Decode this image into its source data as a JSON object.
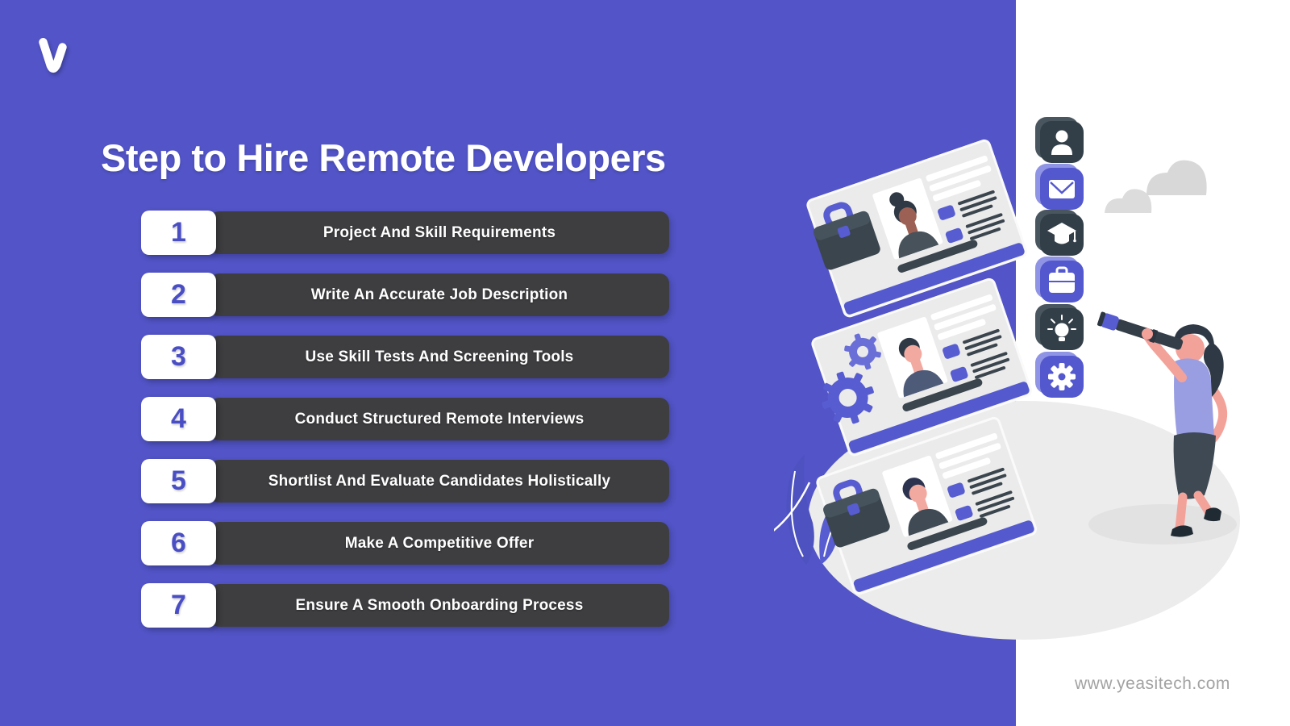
{
  "page": {
    "background_color": "#5254c7",
    "panel_color": "#ffffff",
    "bar_color": "#3e3e41",
    "number_color": "#4a4ec4",
    "accent_purple": "#575cd0",
    "icon_dark": "#333f48"
  },
  "brand": {
    "logo_icon": "v-logo",
    "website": "www.yeasitech.com"
  },
  "title": "Step to Hire Remote Developers",
  "steps": [
    {
      "number": "1",
      "label": "Project And Skill Requirements"
    },
    {
      "number": "2",
      "label": "Write An Accurate Job Description"
    },
    {
      "number": "3",
      "label": "Use Skill Tests And Screening Tools"
    },
    {
      "number": "4",
      "label": "Conduct Structured Remote Interviews"
    },
    {
      "number": "5",
      "label": "Shortlist And Evaluate Candidates Holistically"
    },
    {
      "number": "6",
      "label": "Make A Competitive Offer"
    },
    {
      "number": "7",
      "label": "Ensure A Smooth Onboarding Process"
    }
  ],
  "illustration": {
    "app_icons": [
      "user-icon",
      "mail-icon",
      "graduation-cap-icon",
      "briefcase-icon",
      "lightbulb-icon",
      "gear-icon"
    ],
    "scene": "woman with telescope viewing three isometric candidate profile cards",
    "card_decorations": [
      "briefcase",
      "gears",
      "briefcase"
    ]
  }
}
